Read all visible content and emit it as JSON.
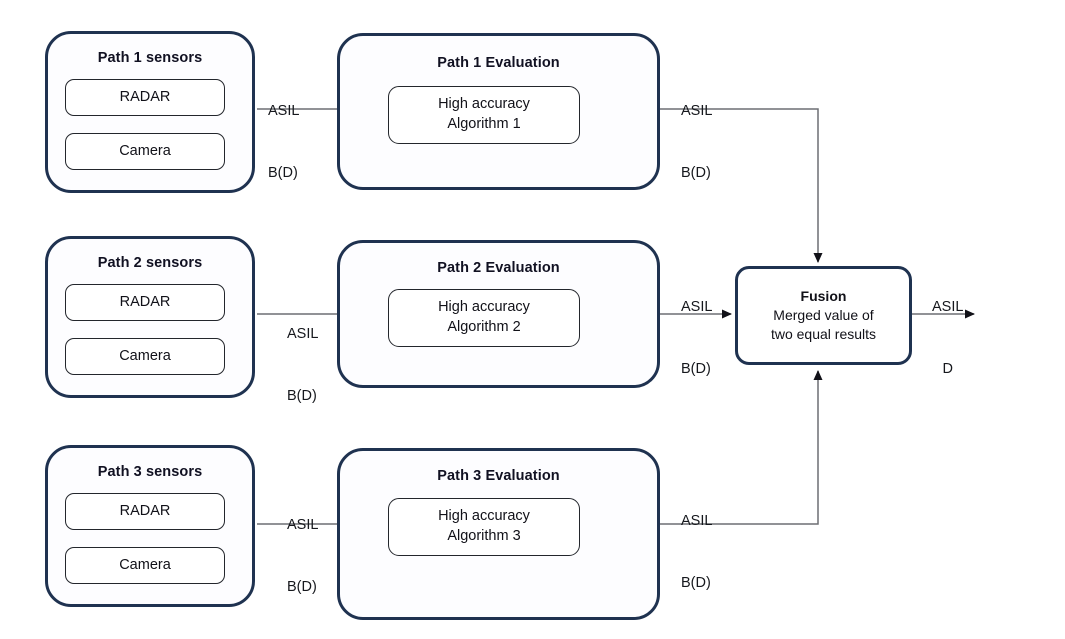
{
  "colors": {
    "group_border": "#1f3250",
    "inner_border": "#23262c",
    "line": "#6d6f73",
    "arrow": "#111118",
    "text": "#111118",
    "background": "#ffffff"
  },
  "diagram": {
    "type": "block-diagram",
    "title_visible": false,
    "paths": [
      {
        "id": "path-1",
        "sensors_group": {
          "title": "Path 1 sensors",
          "sensors": [
            "RADAR",
            "Camera"
          ]
        },
        "sensor_output_label": "ASIL\nB(D)",
        "sensor_output_label_lines": [
          "ASIL",
          "B(D)"
        ],
        "evaluation_group": {
          "title": "Path 1 Evaluation",
          "algorithm_lines": [
            "High accuracy",
            "Algorithm 1"
          ]
        },
        "evaluation_output_label_lines": [
          "ASIL",
          "B(D)"
        ],
        "routes_to": "fusion-top"
      },
      {
        "id": "path-2",
        "sensors_group": {
          "title": "Path 2 sensors",
          "sensors": [
            "RADAR",
            "Camera"
          ]
        },
        "sensor_output_label_lines": [
          "ASIL",
          "B(D)"
        ],
        "evaluation_group": {
          "title": "Path 2 Evaluation",
          "algorithm_lines": [
            "High accuracy",
            "Algorithm 2"
          ]
        },
        "evaluation_output_label_lines": [
          "ASIL",
          "B(D)"
        ],
        "routes_to": "fusion-left"
      },
      {
        "id": "path-3",
        "sensors_group": {
          "title": "Path 3 sensors",
          "sensors": [
            "RADAR",
            "Camera"
          ]
        },
        "sensor_output_label_lines": [
          "ASIL",
          "B(D)"
        ],
        "evaluation_group": {
          "title": "Path 3 Evaluation",
          "algorithm_lines": [
            "High accuracy",
            "Algorithm 3"
          ]
        },
        "evaluation_output_label_lines": [
          "ASIL",
          "B(D)"
        ],
        "routes_to": "fusion-bottom"
      }
    ],
    "fusion": {
      "title": "Fusion",
      "description_lines": [
        "Merged value of",
        "two equal results"
      ],
      "output_label_lines": [
        "ASIL",
        "D"
      ]
    }
  }
}
